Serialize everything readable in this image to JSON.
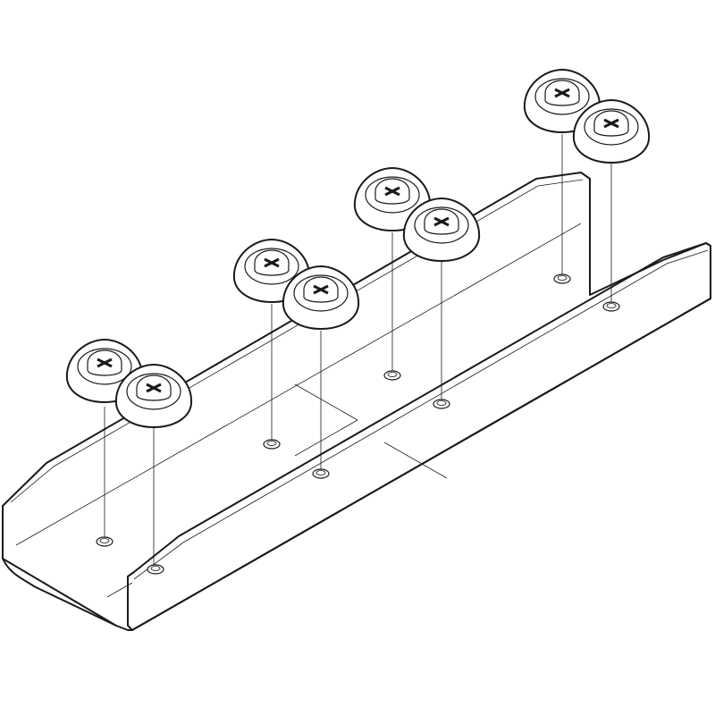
{
  "figure": {
    "part": "u-channel-mounting-rail",
    "fastener_icon": "phillips-screw-with-washer-icon",
    "screw_pairs": 4,
    "screws_per_pair": 2,
    "mounting_holes": 8,
    "colors": {
      "line": "#1a1a1a",
      "fill": "#ffffff",
      "background": "#ffffff"
    }
  }
}
